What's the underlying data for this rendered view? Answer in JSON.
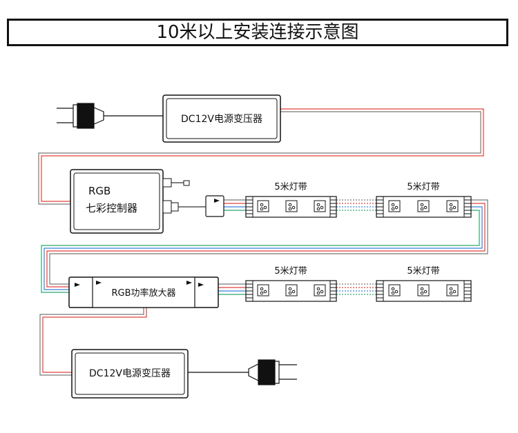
{
  "title": "10米以上安装连接示意图",
  "transformer_top": "DC12V电源变压器",
  "transformer_bottom": "DC12V电源变压器",
  "controller_line1": "RGB",
  "controller_line2": "七彩控制器",
  "amplifier": "RGB功率放大器",
  "strip_labels": [
    "5米灯带",
    "5米灯带",
    "5米灯带",
    "5米灯带"
  ],
  "colors": {
    "red": "#e0413a",
    "green": "#2aa86a",
    "blue": "#3a7fd9",
    "wire": "#333333"
  }
}
